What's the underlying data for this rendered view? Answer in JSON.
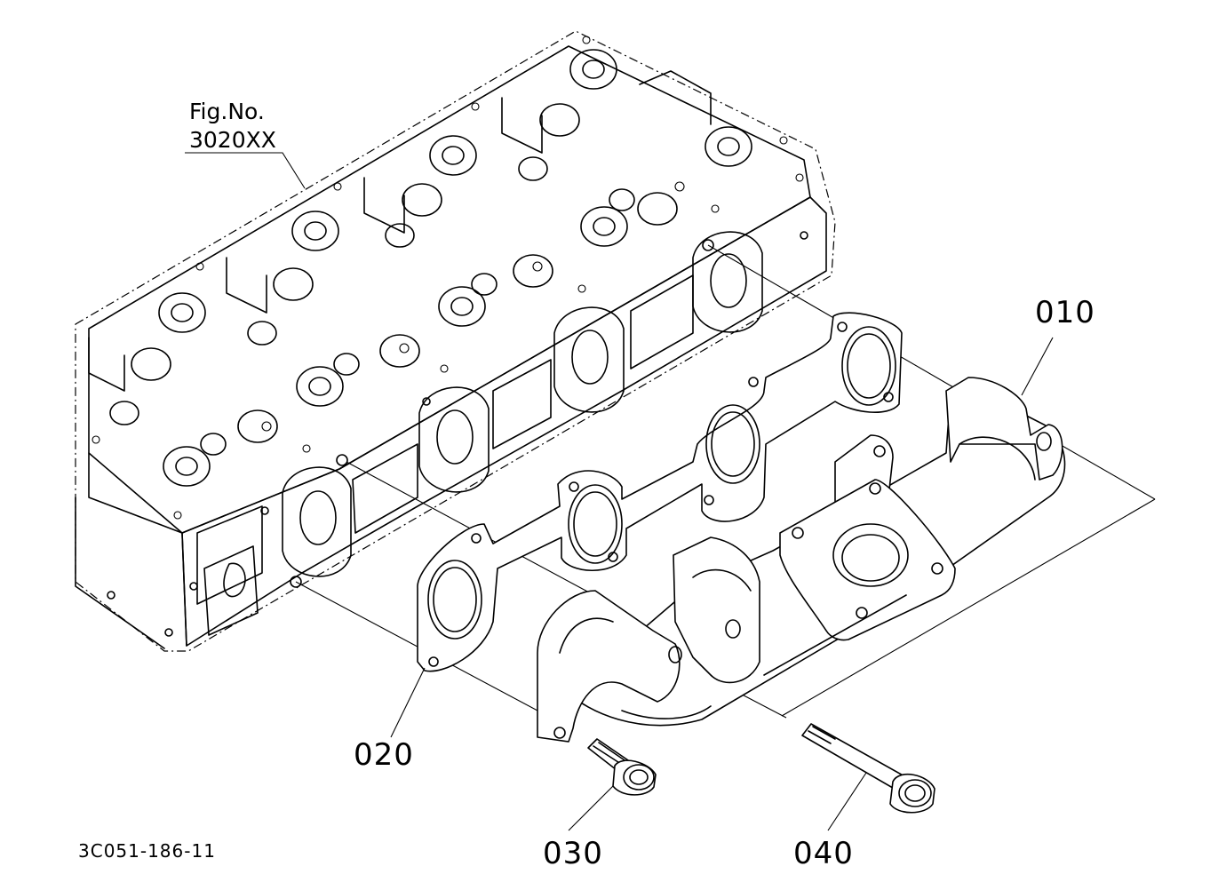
{
  "figure_ref": {
    "line1": "Fig.No.",
    "line2": "3020XX"
  },
  "part_labels": {
    "manifold": "010",
    "gasket": "020",
    "short_bolt": "030",
    "long_bolt": "040"
  },
  "drawing_code": "3C051-186-11",
  "colors": {
    "ink": "#000000",
    "paper": "#ffffff"
  }
}
